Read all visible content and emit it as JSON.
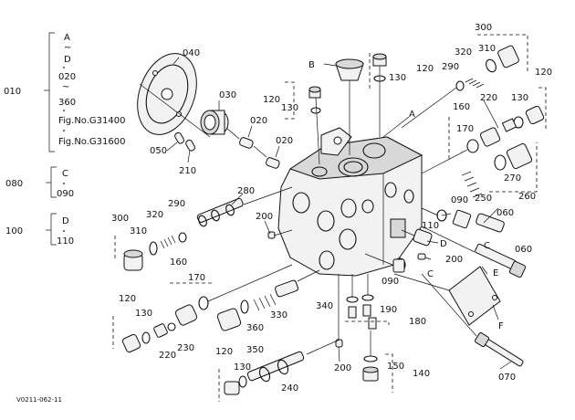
{
  "diagram_code": "V0211-062-11",
  "group_010": {
    "number": "010",
    "range_top": "A",
    "tilde1": "~",
    "range_d": "D",
    "part_020": "020",
    "tilde2": "~",
    "part_360": "360",
    "fig1": "Fig.No.G31400",
    "fig2": "Fig.No.G31600"
  },
  "group_080": {
    "number": "080",
    "letter": "C",
    "part": "090"
  },
  "group_100": {
    "number": "100",
    "letter": "D",
    "part": "110"
  },
  "callouts": {
    "p040": "040",
    "p030": "030",
    "p020a": "020",
    "p020b": "020",
    "p050": "050",
    "p210": "210",
    "p120a": "120",
    "p130a": "130",
    "pB": "B",
    "p120b": "120",
    "p130b": "130",
    "pA": "A",
    "p300a": "300",
    "p320a": "320",
    "p310a": "310",
    "p290a": "290",
    "p120c": "120",
    "p130c": "130",
    "p220a": "220",
    "p160a": "160",
    "p170a": "170",
    "p270": "270",
    "p250": "250",
    "p260": "260",
    "p090a": "090",
    "p060a": "060",
    "p110": "110",
    "pD": "D",
    "pC1": "C",
    "p200a": "200",
    "pC2": "C",
    "p090b": "090",
    "pE": "E",
    "p060b": "060",
    "p200b": "200",
    "p280": "280",
    "p300b": "300",
    "p320b": "320",
    "p310b": "310",
    "p290b": "290",
    "p160b": "160",
    "p170b": "170",
    "p120d": "120",
    "p130d": "130",
    "p220b": "220",
    "p230": "230",
    "p340": "340",
    "p330": "330",
    "p360": "360",
    "p350": "350",
    "p190": "190",
    "p180": "180",
    "pF": "F",
    "p120e": "120",
    "p130e": "130",
    "p240": "240",
    "p200c": "200",
    "p150": "150",
    "p140": "140",
    "p070": "070"
  }
}
